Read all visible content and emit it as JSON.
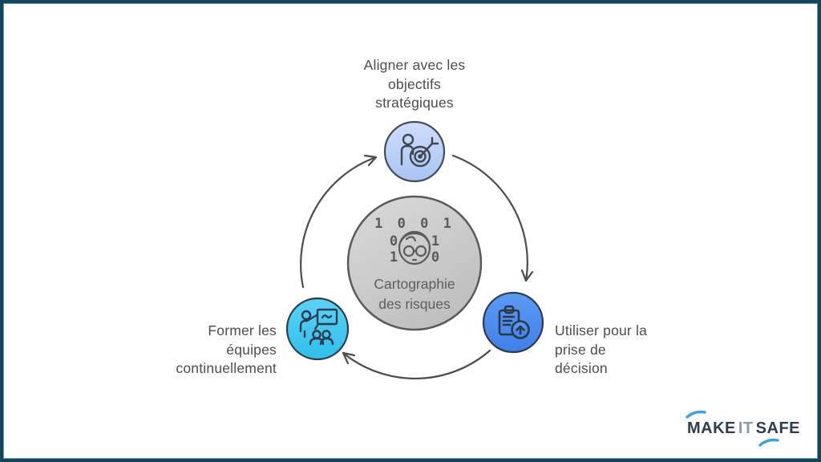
{
  "labels": {
    "top": "Aligner avec les\nobjectifs\nstratégiques",
    "right": "Utiliser pour la\nprise de\ndécision",
    "left": "Former les\néquipes\ncontinuellement",
    "center": "Cartographie\ndes risques"
  },
  "center_icon": {
    "binary_row_top": "1 0 0 1",
    "binary_mid_left": "0",
    "binary_mid_right": "1",
    "binary_bottom_left": "1",
    "binary_bottom_right": "0"
  },
  "logo": {
    "word1": "MAKE",
    "word2": "IT",
    "word3": "SAFE"
  },
  "icons": {
    "top": "person-target-icon",
    "right": "clipboard-up-arrow-icon",
    "left": "trainer-presentation-icon",
    "center": "person-binary-data-icon"
  },
  "colors": {
    "border_navy": "#15455f",
    "node_lightblue": "#bcd3f8",
    "node_blue": "#4a8cf0",
    "node_cyan": "#3fc6ef",
    "node_gray": "#cccccc",
    "arrow_stroke": "#4c4c4c",
    "label_text": "#4d4d4d",
    "logo_navy": "#2e3d4f",
    "logo_gray": "#8b9aa8",
    "logo_swoosh": "#35a3e3"
  }
}
